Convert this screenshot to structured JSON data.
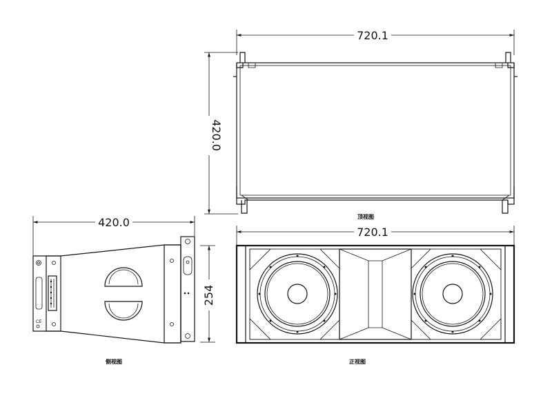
{
  "top_view": {
    "width_label": "720.1",
    "depth_label": "420.0",
    "caption": "顶视图"
  },
  "side_view": {
    "depth_label": "420.0",
    "caption": "侧视图"
  },
  "front_view": {
    "width_label": "720.1",
    "height_label": "254",
    "caption": "正视图"
  }
}
